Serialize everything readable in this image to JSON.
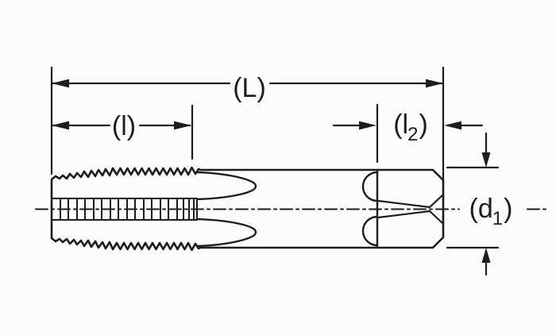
{
  "drawing": {
    "description": "engineering line drawing of a hand tap with dimension callouts",
    "labels": {
      "overall_length": "(L)",
      "thread_length": "(l)",
      "square_length": {
        "open": "(l",
        "sub": "2",
        "close": ")"
      },
      "diameter": {
        "open": "(d",
        "sub": "1",
        "close": ")"
      }
    },
    "colors": {
      "line": "#1d1d1d",
      "background": "#fcfcfc"
    }
  }
}
